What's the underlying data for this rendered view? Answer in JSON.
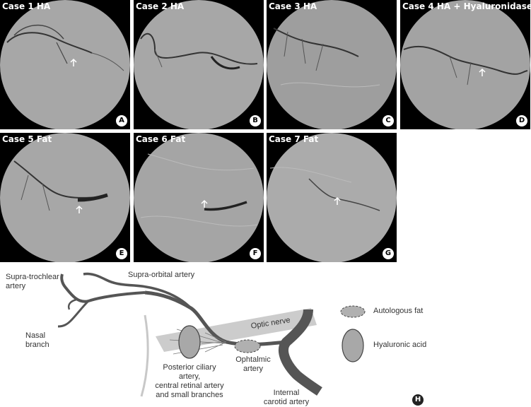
{
  "panels": [
    {
      "title": "Case 1 HA",
      "letter": "A"
    },
    {
      "title": "Case 2 HA",
      "letter": "B"
    },
    {
      "title": "Case 3 HA",
      "letter": "C"
    },
    {
      "title": "Case 4 HA + Hyaluronidase",
      "letter": "D"
    },
    {
      "title": "Case 5 Fat",
      "letter": "E"
    },
    {
      "title": "Case 6 Fat",
      "letter": "F"
    },
    {
      "title": "Case 7 Fat",
      "letter": "G"
    }
  ],
  "diagram": {
    "letter": "H",
    "labels": {
      "supratrochlear": [
        "Supra-trochlear",
        "artery"
      ],
      "supraorbital": "Supra-orbital artery",
      "nasal": [
        "Nasal",
        "branch"
      ],
      "optic_nerve": "Optic nerve",
      "posterior_ciliary": [
        "Posterior ciliary artery,",
        "central retinal artery",
        "and small branches"
      ],
      "ophthalmic": [
        "Ophtalmic",
        "artery"
      ],
      "internal_carotid": [
        "Internal",
        "carotid artery"
      ]
    },
    "legend": {
      "fat": "Autologous fat",
      "ha": "Hyaluronic acid"
    }
  },
  "colors": {
    "vessel": "#555555",
    "optic_nerve": "#cccccc",
    "fat_fill": "#b0b0b0",
    "ha_fill": "#a8a8a8"
  }
}
